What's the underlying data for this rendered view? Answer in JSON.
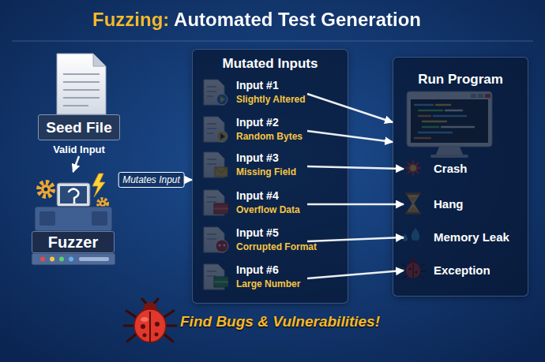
{
  "diagram": {
    "title": "Fuzzing: Automated Test Generation",
    "nodes": [
      {
        "text": [
          "Seed File",
          "Valid Input"
        ]
      },
      {
        "text": [
          "Fuzzer"
        ]
      },
      {
        "text": [
          "Mutated Inputs"
        ]
      },
      {
        "text": [
          "Input #1",
          "Slightly Altered"
        ],
        "in": 2
      },
      {
        "text": [
          "Input #2",
          "Random Bytes"
        ],
        "in": 2
      },
      {
        "text": [
          "Input #3",
          "Missing Field"
        ],
        "in": 2
      },
      {
        "text": [
          "Input #4",
          "Overflow Data"
        ],
        "in": 2
      },
      {
        "text": [
          "Input #5",
          "Corrupted Format"
        ],
        "in": 2
      },
      {
        "text": [
          "Input #6",
          "Large Number"
        ],
        "in": 2
      },
      {
        "text": [
          "Run Program"
        ]
      },
      {
        "text": [
          "Crash"
        ],
        "in": 9
      },
      {
        "text": [
          "Hang"
        ],
        "in": 9
      },
      {
        "text": [
          "Memory Leak"
        ],
        "in": 9
      },
      {
        "text": [
          "Exception"
        ],
        "in": 9
      }
    ],
    "edges": [
      {
        "from": 0,
        "to": 1,
        "arrow": "to"
      },
      {
        "from": 1,
        "to": 2,
        "label": "Mutates Input",
        "arrow": "to"
      },
      {
        "from": 3,
        "to": 9,
        "arrow": "to"
      },
      {
        "from": 4,
        "to": 9,
        "arrow": "to"
      },
      {
        "from": 5,
        "to": 10,
        "arrow": "to"
      },
      {
        "from": 6,
        "to": 11,
        "arrow": "to"
      },
      {
        "from": 7,
        "to": 12,
        "arrow": "to"
      },
      {
        "from": 8,
        "to": 13,
        "arrow": "to"
      }
    ],
    "labels": [
      "Find Bugs & Vulnerabilities!"
    ]
  }
}
